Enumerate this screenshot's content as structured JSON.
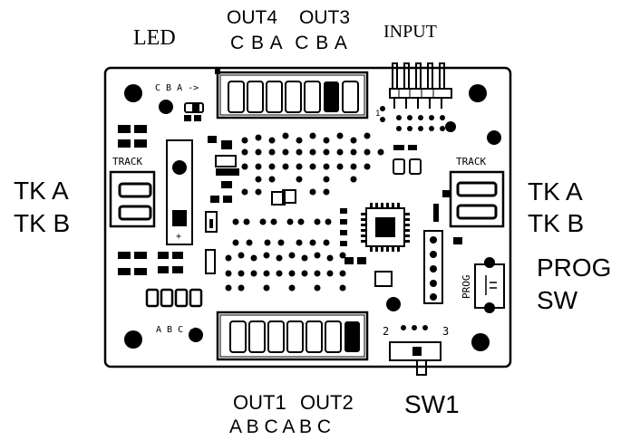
{
  "labels": {
    "led": "LED",
    "out4": "OUT4",
    "out3": "OUT3",
    "out_top_pins": "C B A  C B A",
    "input": "INPUT",
    "tk_a_left": "TK A",
    "tk_b_left": "TK B",
    "tk_a_right": "TK A",
    "tk_b_right": "TK B",
    "prog": "PROG",
    "sw": "SW",
    "out1": "OUT1",
    "out2": "OUT2",
    "out_bottom_pins": "A B C A B C",
    "sw1": "SW1"
  },
  "silkscreen": {
    "cba_arrow": "C B A ->",
    "abc_arrow": "A B C ->",
    "track_left": "TRACK",
    "track_right": "TRACK",
    "prog": "PROG",
    "pin1": "1",
    "sw_pos2": "2",
    "sw_pos3": "3",
    "plus": "+"
  },
  "colors": {
    "ink": "#000000",
    "paper": "#ffffff"
  }
}
